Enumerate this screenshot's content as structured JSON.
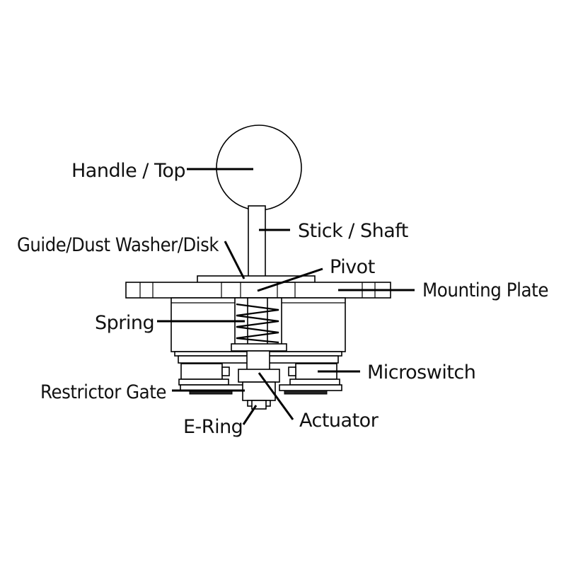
{
  "colors": {
    "ink": "#000000",
    "background": "#ffffff"
  },
  "labels": {
    "handle": "Handle / Top",
    "shaft": "Stick / Shaft",
    "guide": "Guide/Dust Washer/Disk",
    "pivot": "Pivot",
    "mounting_plate": "Mounting Plate",
    "spring": "Spring",
    "microswitch": "Microswitch",
    "restrictor_gate": "Restrictor Gate",
    "actuator": "Actuator",
    "ering": "E-Ring"
  }
}
